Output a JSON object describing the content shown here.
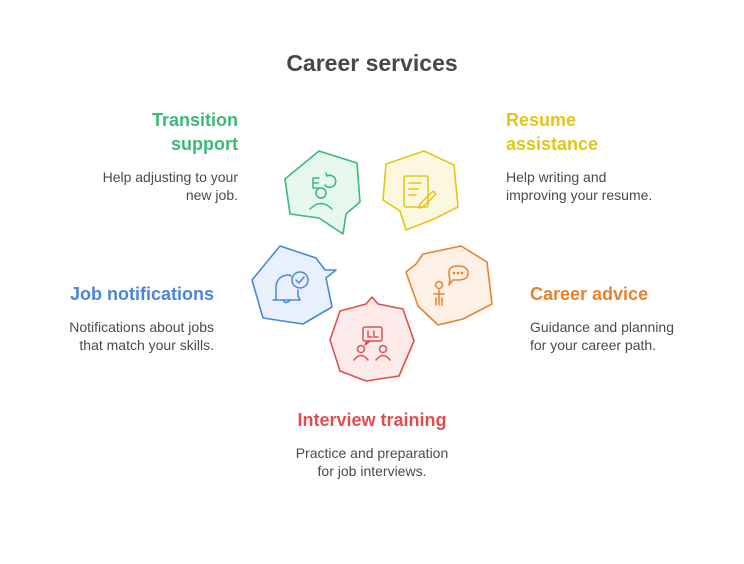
{
  "title": "Career services",
  "colors": {
    "transition": "#3cb878",
    "resume": "#e2c617",
    "career_advice": "#e8822e",
    "interview": "#e04f4f",
    "job_notifications": "#4a86d8"
  },
  "items": {
    "transition": {
      "title_line1": "Transition",
      "title_line2": "support",
      "desc_line1": "Help adjusting to your",
      "desc_line2": "new job.",
      "icon": "person-cycle-icon"
    },
    "resume": {
      "title_line1": "Resume",
      "title_line2": "assistance",
      "desc_line1": "Help writing and",
      "desc_line2": "improving your resume.",
      "icon": "document-pencil-icon"
    },
    "career_advice": {
      "title": "Career advice",
      "desc_line1": "Guidance and planning",
      "desc_line2": "for your career path.",
      "icon": "person-chat-icon"
    },
    "interview": {
      "title": "Interview training",
      "desc_line1": "Practice and preparation",
      "desc_line2": "for job interviews.",
      "icon": "people-book-icon"
    },
    "job_notifications": {
      "title": "Job notifications",
      "desc_line1": "Notifications about jobs",
      "desc_line2": "that match your skills.",
      "icon": "bell-check-icon"
    }
  }
}
